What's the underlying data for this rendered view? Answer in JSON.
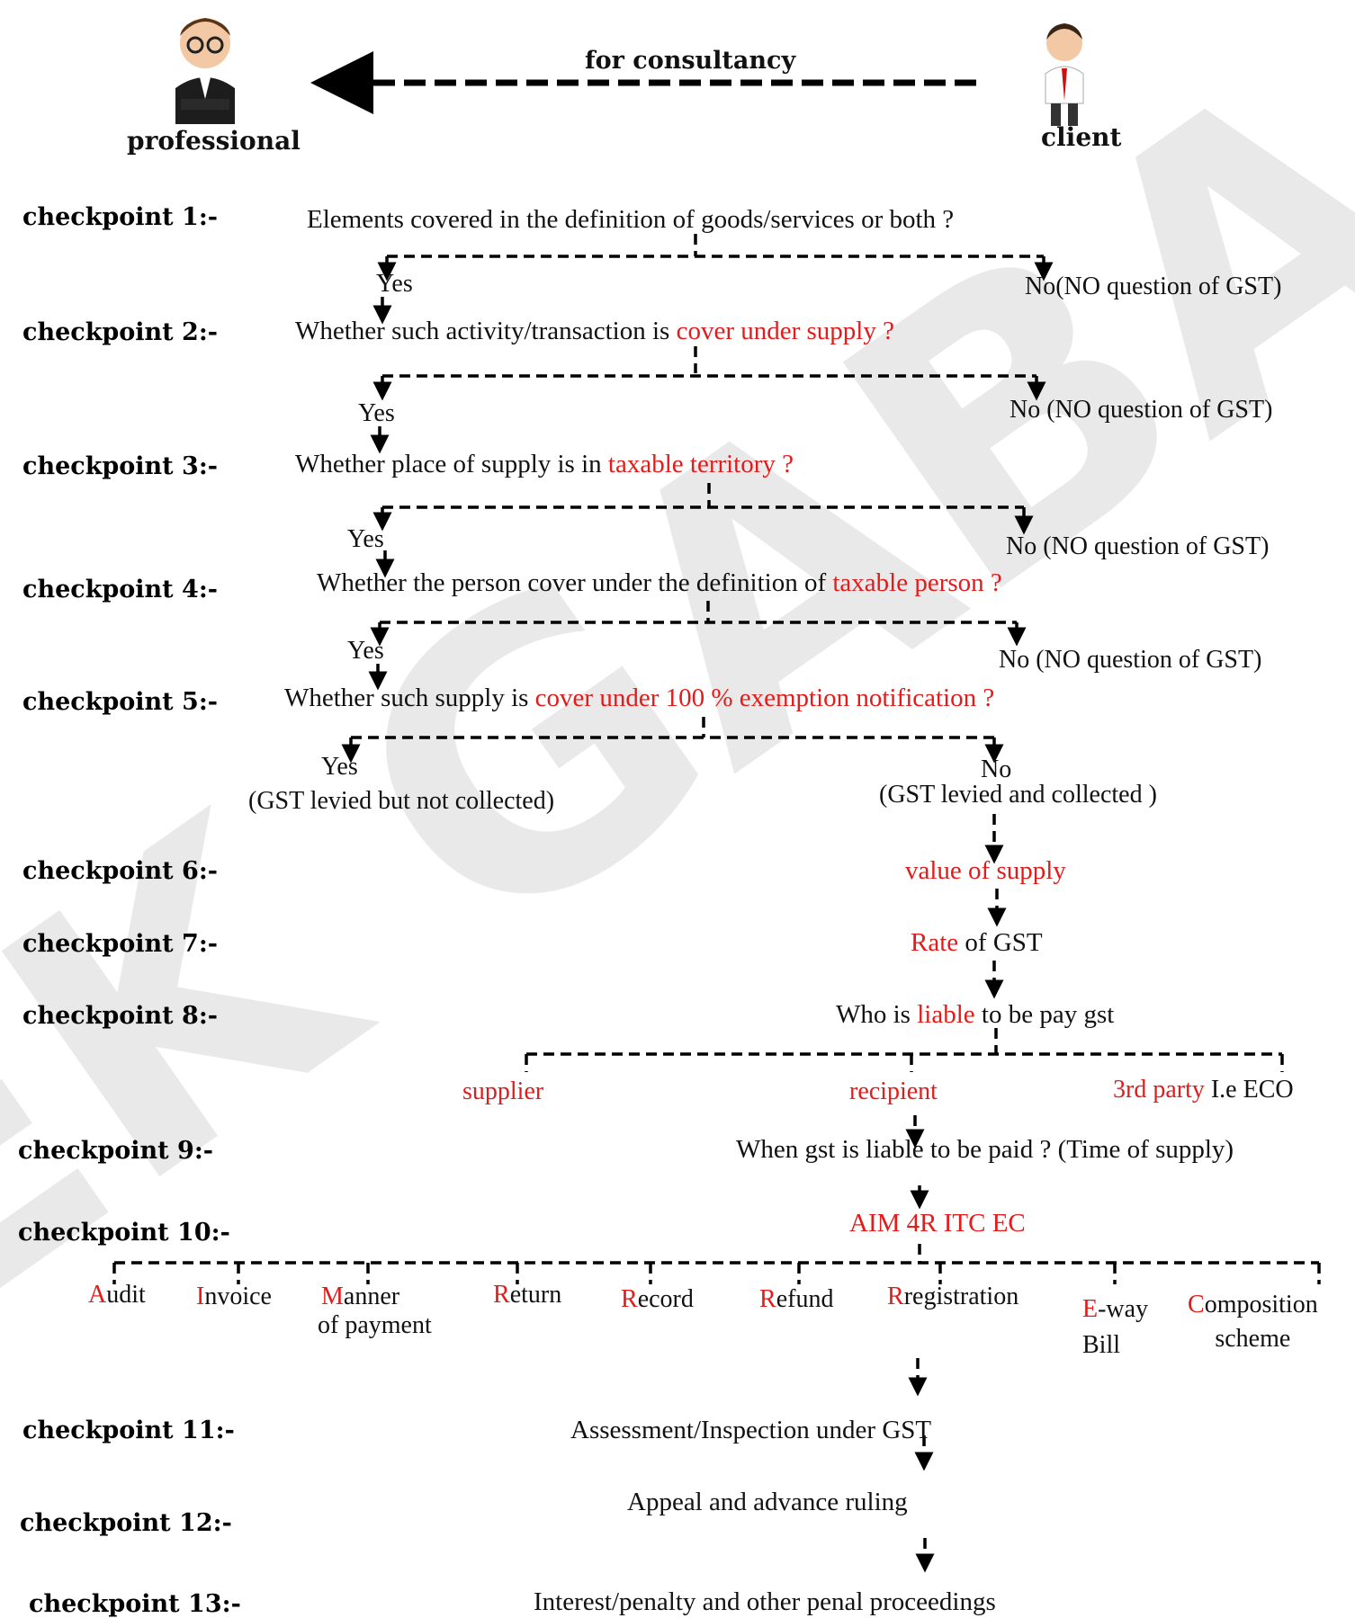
{
  "header": {
    "left_person": "professional",
    "right_person": "client",
    "arrow_label": "for consultancy"
  },
  "watermark": {
    "text": "EK GABA",
    "color": "#e6e6e6"
  },
  "checkpoints": [
    {
      "label": "checkpoint 1:-"
    },
    {
      "label": "checkpoint 2:-"
    },
    {
      "label": "checkpoint  3:-"
    },
    {
      "label": "checkpoint  4:-"
    },
    {
      "label": "checkpoint  5:-"
    },
    {
      "label": "checkpoint  6:-"
    },
    {
      "label": "checkpoint  7:-"
    },
    {
      "label": "checkpoint  8:-"
    },
    {
      "label": "checkpoint  9:-"
    },
    {
      "label": "checkpoint  10:-"
    },
    {
      "label": "checkpoint  11:-"
    },
    {
      "label": "checkpoint  12:-"
    },
    {
      "label": "checkpoint  13:-"
    }
  ],
  "questions": {
    "q1": "Elements covered in the definition of goods/services or both ?",
    "q2_a": "Whether such activity/transaction is ",
    "q2_b": "cover under supply ?",
    "q3_a": "Whether place of supply is in ",
    "q3_b": "taxable territory ?",
    "q4_a": "Whether the person cover under the definition of ",
    "q4_b": "taxable person ?",
    "q5_a": "Whether such supply is ",
    "q5_b": "cover under 100 % exemption notification  ?",
    "q6": "value of supply",
    "q7_a": "Rate",
    "q7_b": " of GST",
    "q8_a": "Who is ",
    "q8_b": "liable",
    "q8_c": " to be pay gst",
    "q9": "When gst is liable to be paid ? (Time of supply)",
    "q10": "AIM 4R ITC EC",
    "q11": "Assessment/Inspection under GST",
    "q12": "Appeal and advance ruling",
    "q13": "Interest/penalty and other penal proceedings"
  },
  "answers": {
    "yes": "Yes",
    "no1": "No(NO question of GST)",
    "no2_a": "No",
    "no2_b": " (NO question of GST)",
    "no3_a": "No",
    "no3_b": "  (NO question of GST)",
    "no4": "No (NO question of GST)",
    "yes5": "Yes",
    "yes5_note": "(GST levied but not collected)",
    "no5": "No",
    "no5_note": "(GST levied and collected )"
  },
  "liable": {
    "supplier": "supplier",
    "recipient": "recipient",
    "third_a": "3rd party",
    "third_b": " I.e ECO"
  },
  "aim": [
    {
      "first": "A",
      "rest": "udit",
      "line2": ""
    },
    {
      "first": "I",
      "rest": "nvoice",
      "line2": ""
    },
    {
      "first": "M",
      "rest": "anner",
      "line2": "of payment"
    },
    {
      "first": "R",
      "rest": "eturn",
      "line2": ""
    },
    {
      "first": "R",
      "rest": "ecord",
      "line2": ""
    },
    {
      "first": "R",
      "rest": "efund",
      "line2": ""
    },
    {
      "first": "R",
      "rest": "registration",
      "line2": ""
    },
    {
      "first": "E",
      "rest": "-way",
      "line2": "Bill"
    },
    {
      "first": "C",
      "rest": "omposition",
      "line2": "scheme"
    }
  ],
  "colors": {
    "accent_red": "#e21b1b",
    "text": "#111111"
  }
}
